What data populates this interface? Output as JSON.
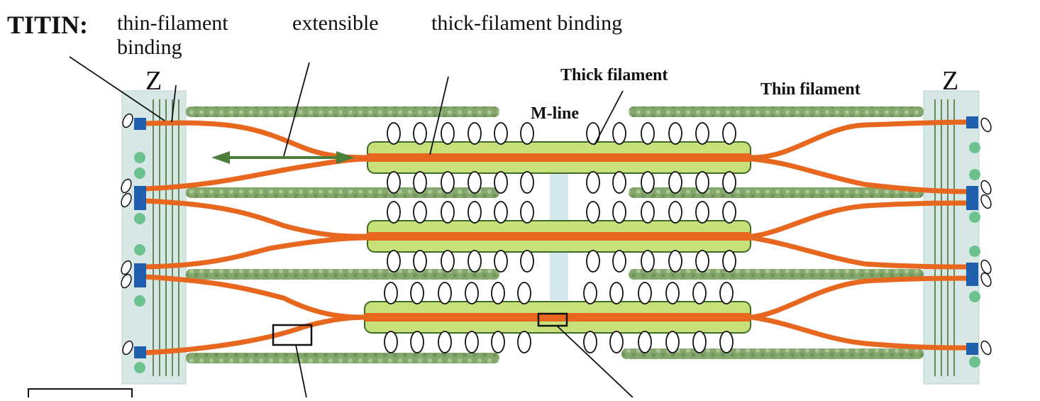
{
  "labels": {
    "title": "TITIN:",
    "thin_binding_line1": "thin-filament",
    "thin_binding_line2": "binding",
    "extensible": "extensible",
    "thick_binding": "thick-filament binding",
    "thick_filament": "Thick filament",
    "thin_filament": "Thin filament",
    "m_line": "M-line",
    "z_left": "Z",
    "z_right": "Z"
  },
  "colors": {
    "titin": "#e8671f",
    "thick_body": "#c7e07a",
    "thick_outline": "#3e6b25",
    "actin": "#86a86e",
    "z_band": "#d6e7e6",
    "anchor_blue": "#1f5fae",
    "anchor_green": "#6cc28f",
    "m_line": "#d4e7ee",
    "arrow": "#4d7f3a",
    "myosin_head": "#ffffff"
  },
  "icons": {
    "extensible_arrow": "double-arrow-icon",
    "inset_box": "zoom-box-icon"
  }
}
